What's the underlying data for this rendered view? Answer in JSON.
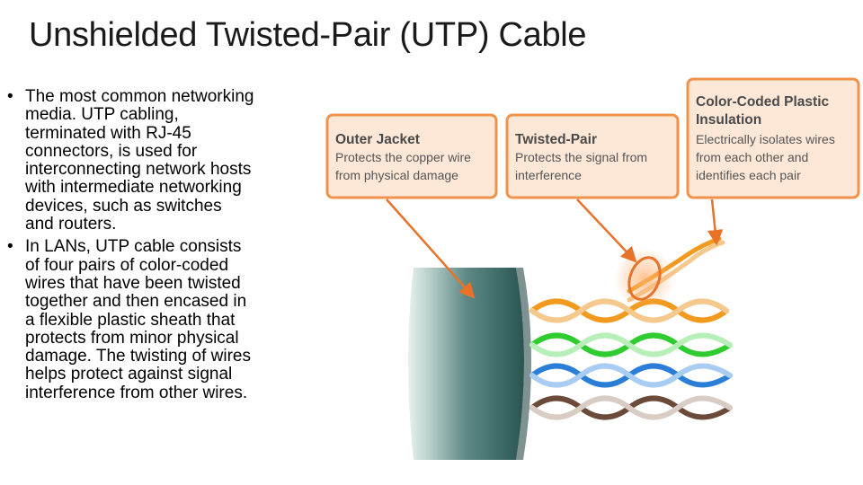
{
  "slide": {
    "title": "Unshielded Twisted-Pair (UTP) Cable",
    "bullets": [
      {
        "symbol": "•",
        "lines": [
          "The most common networking",
          "media. UTP cabling,",
          "terminated with RJ-45",
          "connectors, is used for",
          "interconnecting network hosts",
          "with intermediate networking",
          "devices, such as switches",
          "and routers."
        ]
      },
      {
        "symbol": "•",
        "lines": [
          "In LANs, UTP cable consists",
          "of four pairs of color-coded",
          "wires that have been twisted",
          "together and then encased in",
          "a flexible plastic sheath that",
          "protects from minor physical",
          "damage. The twisting of wires",
          "helps protect against signal",
          "interference from other wires."
        ]
      }
    ]
  },
  "diagram": {
    "callouts": [
      {
        "title_lines": [
          "Outer Jacket"
        ],
        "desc_lines": [
          "Protects the copper wire",
          "from physical damage"
        ]
      },
      {
        "title_lines": [
          "Twisted-Pair"
        ],
        "desc_lines": [
          "Protects the signal from",
          "interference"
        ]
      },
      {
        "title_lines": [
          "Color-Coded Plastic",
          "Insulation"
        ],
        "desc_lines": [
          "Electrically isolates wires",
          "from each other and",
          "identifies each pair"
        ]
      }
    ],
    "colors": {
      "callout_border": "#f0924a",
      "callout_fill": "#fde8d8",
      "arrow": "#e8722a",
      "jacket": "#3f6f6b",
      "pair_orange": "#f29a1e",
      "pair_green": "#2ecc2e",
      "pair_blue": "#2a7ed8",
      "pair_brown": "#6b4a3a"
    }
  }
}
